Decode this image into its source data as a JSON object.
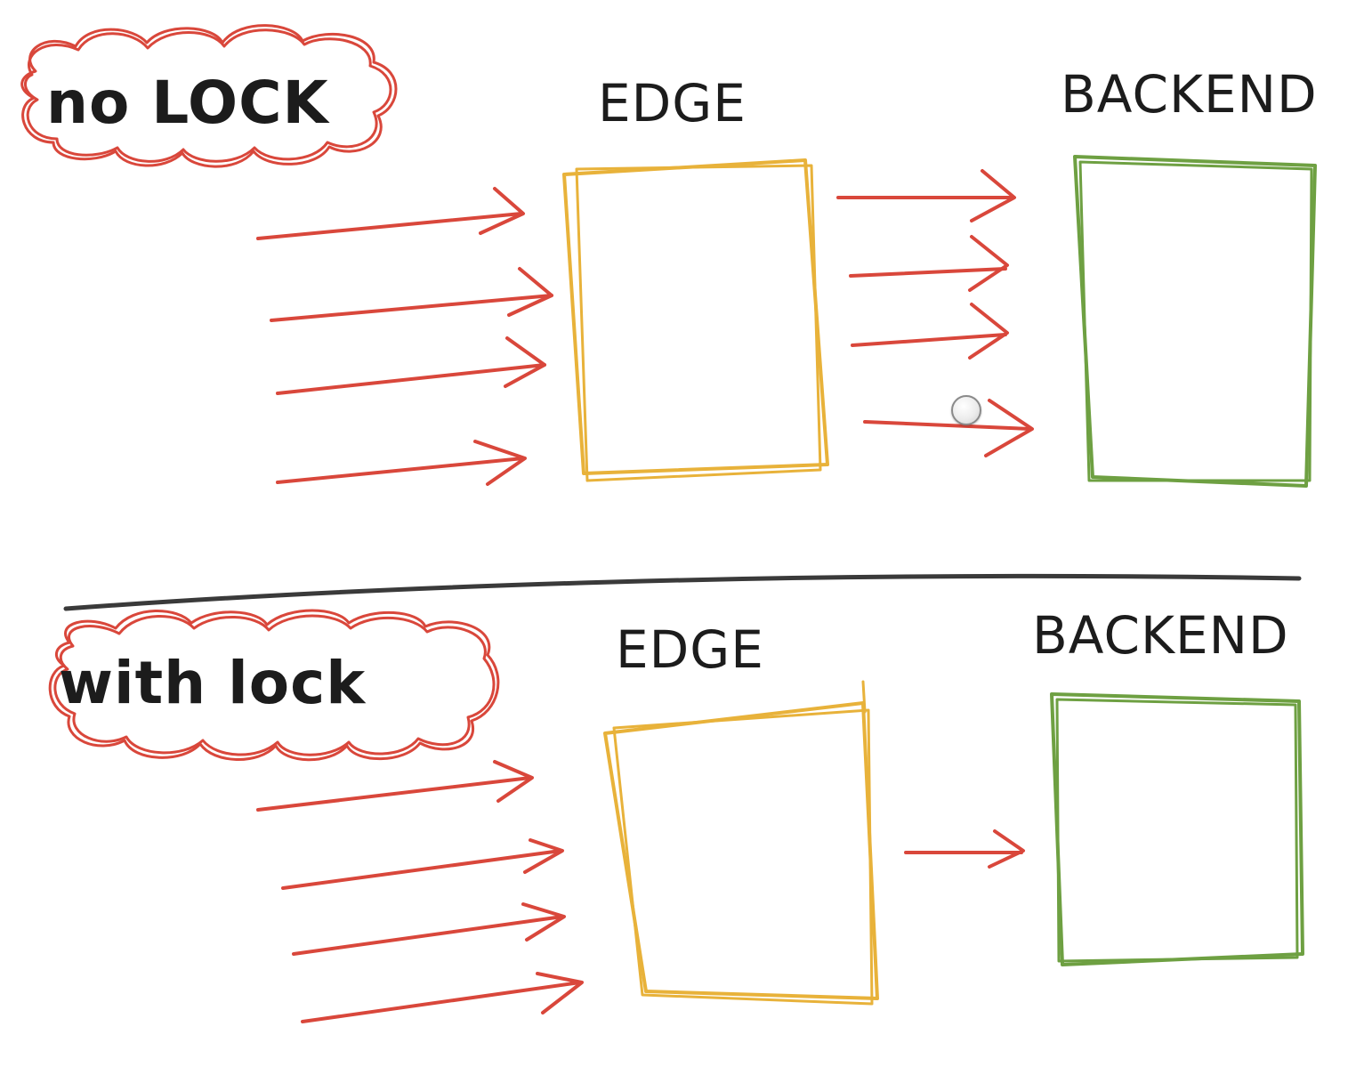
{
  "colors": {
    "arrow": "#d9473b",
    "cloud": "#d9473b",
    "edge": "#e8b23a",
    "backend": "#6ea042",
    "ink": "#1c1c1c",
    "divider": "#3a3a3a"
  },
  "sections": [
    {
      "tag": "no LOCK",
      "edge_label": "EDGE",
      "backend_label": "BACKEND",
      "incoming_requests": 4,
      "forwarded_requests": 4
    },
    {
      "tag": "with lock",
      "edge_label": "EDGE",
      "backend_label": "BACKEND",
      "incoming_requests": 4,
      "forwarded_requests": 1
    }
  ],
  "cursor_icon": "pointer-circle-icon"
}
